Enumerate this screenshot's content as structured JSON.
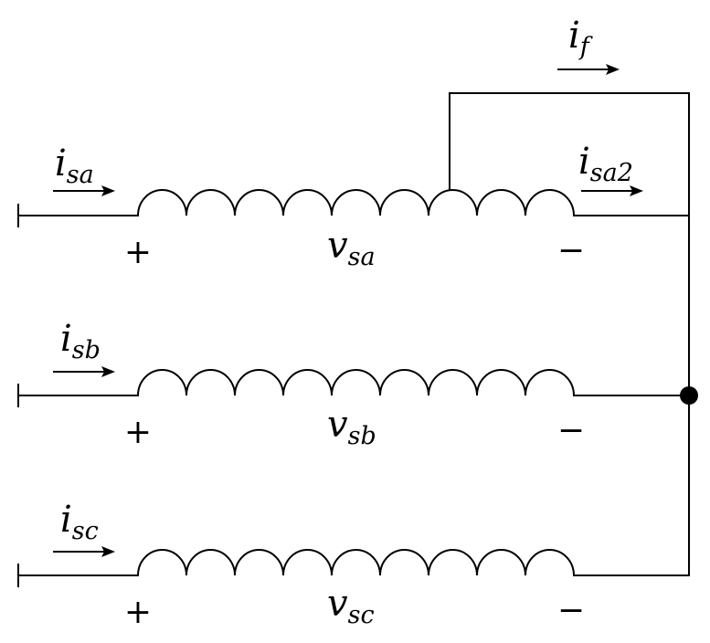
{
  "phases": [
    {
      "current": {
        "symbol": "i",
        "subscript": "sa"
      },
      "voltage": {
        "symbol": "v",
        "subscript": "sa"
      },
      "plus": "+",
      "minus": "−"
    },
    {
      "current": {
        "symbol": "i",
        "subscript": "sb"
      },
      "voltage": {
        "symbol": "v",
        "subscript": "sb"
      },
      "plus": "+",
      "minus": "−"
    },
    {
      "current": {
        "symbol": "i",
        "subscript": "sc"
      },
      "voltage": {
        "symbol": "v",
        "subscript": "sc"
      },
      "plus": "+",
      "minus": "−"
    }
  ],
  "fault_current": {
    "symbol": "i",
    "subscript": "f"
  },
  "section_current": {
    "symbol": "i",
    "subscript": "sa2"
  }
}
